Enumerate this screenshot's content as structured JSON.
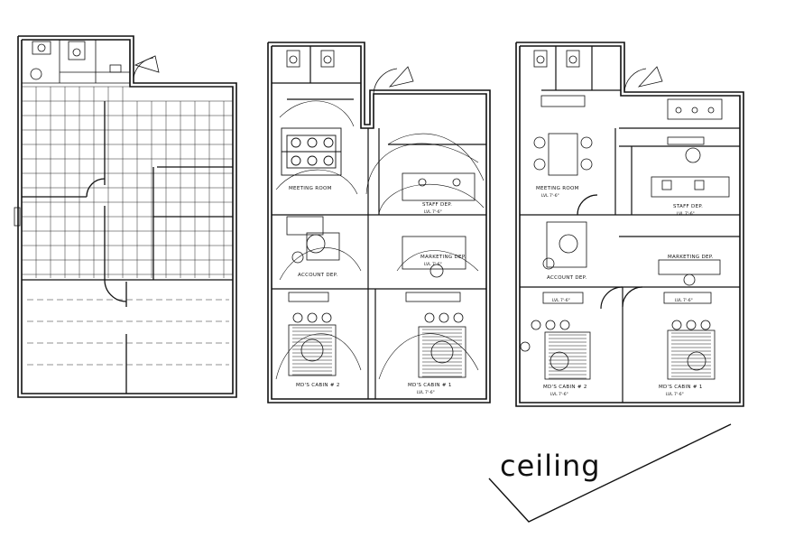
{
  "plans": {
    "plan2": {
      "meeting_room": "MEETING ROOM",
      "staff_dep": "STAFF DEP.",
      "account_dep": "ACCOUNT DEP.",
      "marketing_dep": "MARKETING DEP.",
      "md_cabin_2": "MD'S CABIN # 2",
      "md_cabin_1": "MD'S CABIN # 1",
      "lvl_a": "LVL 7'-6\"",
      "lvl_b": "LVL 7'-6\"",
      "lvl_c": "LVL 7'-6\""
    },
    "plan3": {
      "meeting_room": "MEETING ROOM",
      "meeting_lvl": "LVL 7'-6\"",
      "staff_dep": "STAFF DEP.",
      "staff_lvl": "LVL 7'-6\"",
      "marketing_dep": "MARKETING DEP.",
      "account_dep": "ACCOUNT DEP.",
      "lvl_account": "LVL 7'-6\"",
      "lvl_marketing": "LVL 7'-6\"",
      "md_cabin_2": "MD'S CABIN # 2",
      "md_cabin_2_lvl": "LVL 7'-6\"",
      "md_cabin_1": "MD'S CABIN # 1",
      "md_cabin_1_lvl": "LVL 7'-6\""
    }
  },
  "caption": "ceiling"
}
